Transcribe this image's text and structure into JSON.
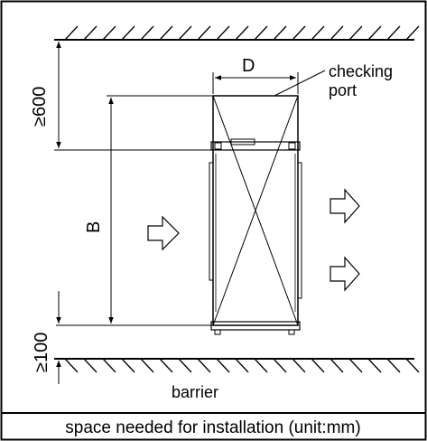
{
  "labels": {
    "depth": "D",
    "checking_port_line1": "checking",
    "checking_port_line2": "port",
    "top_clearance": "≥600",
    "height": "B",
    "bottom_clearance": "≥100",
    "barrier": "barrier",
    "caption": "space needed for installation (unit:mm)"
  }
}
